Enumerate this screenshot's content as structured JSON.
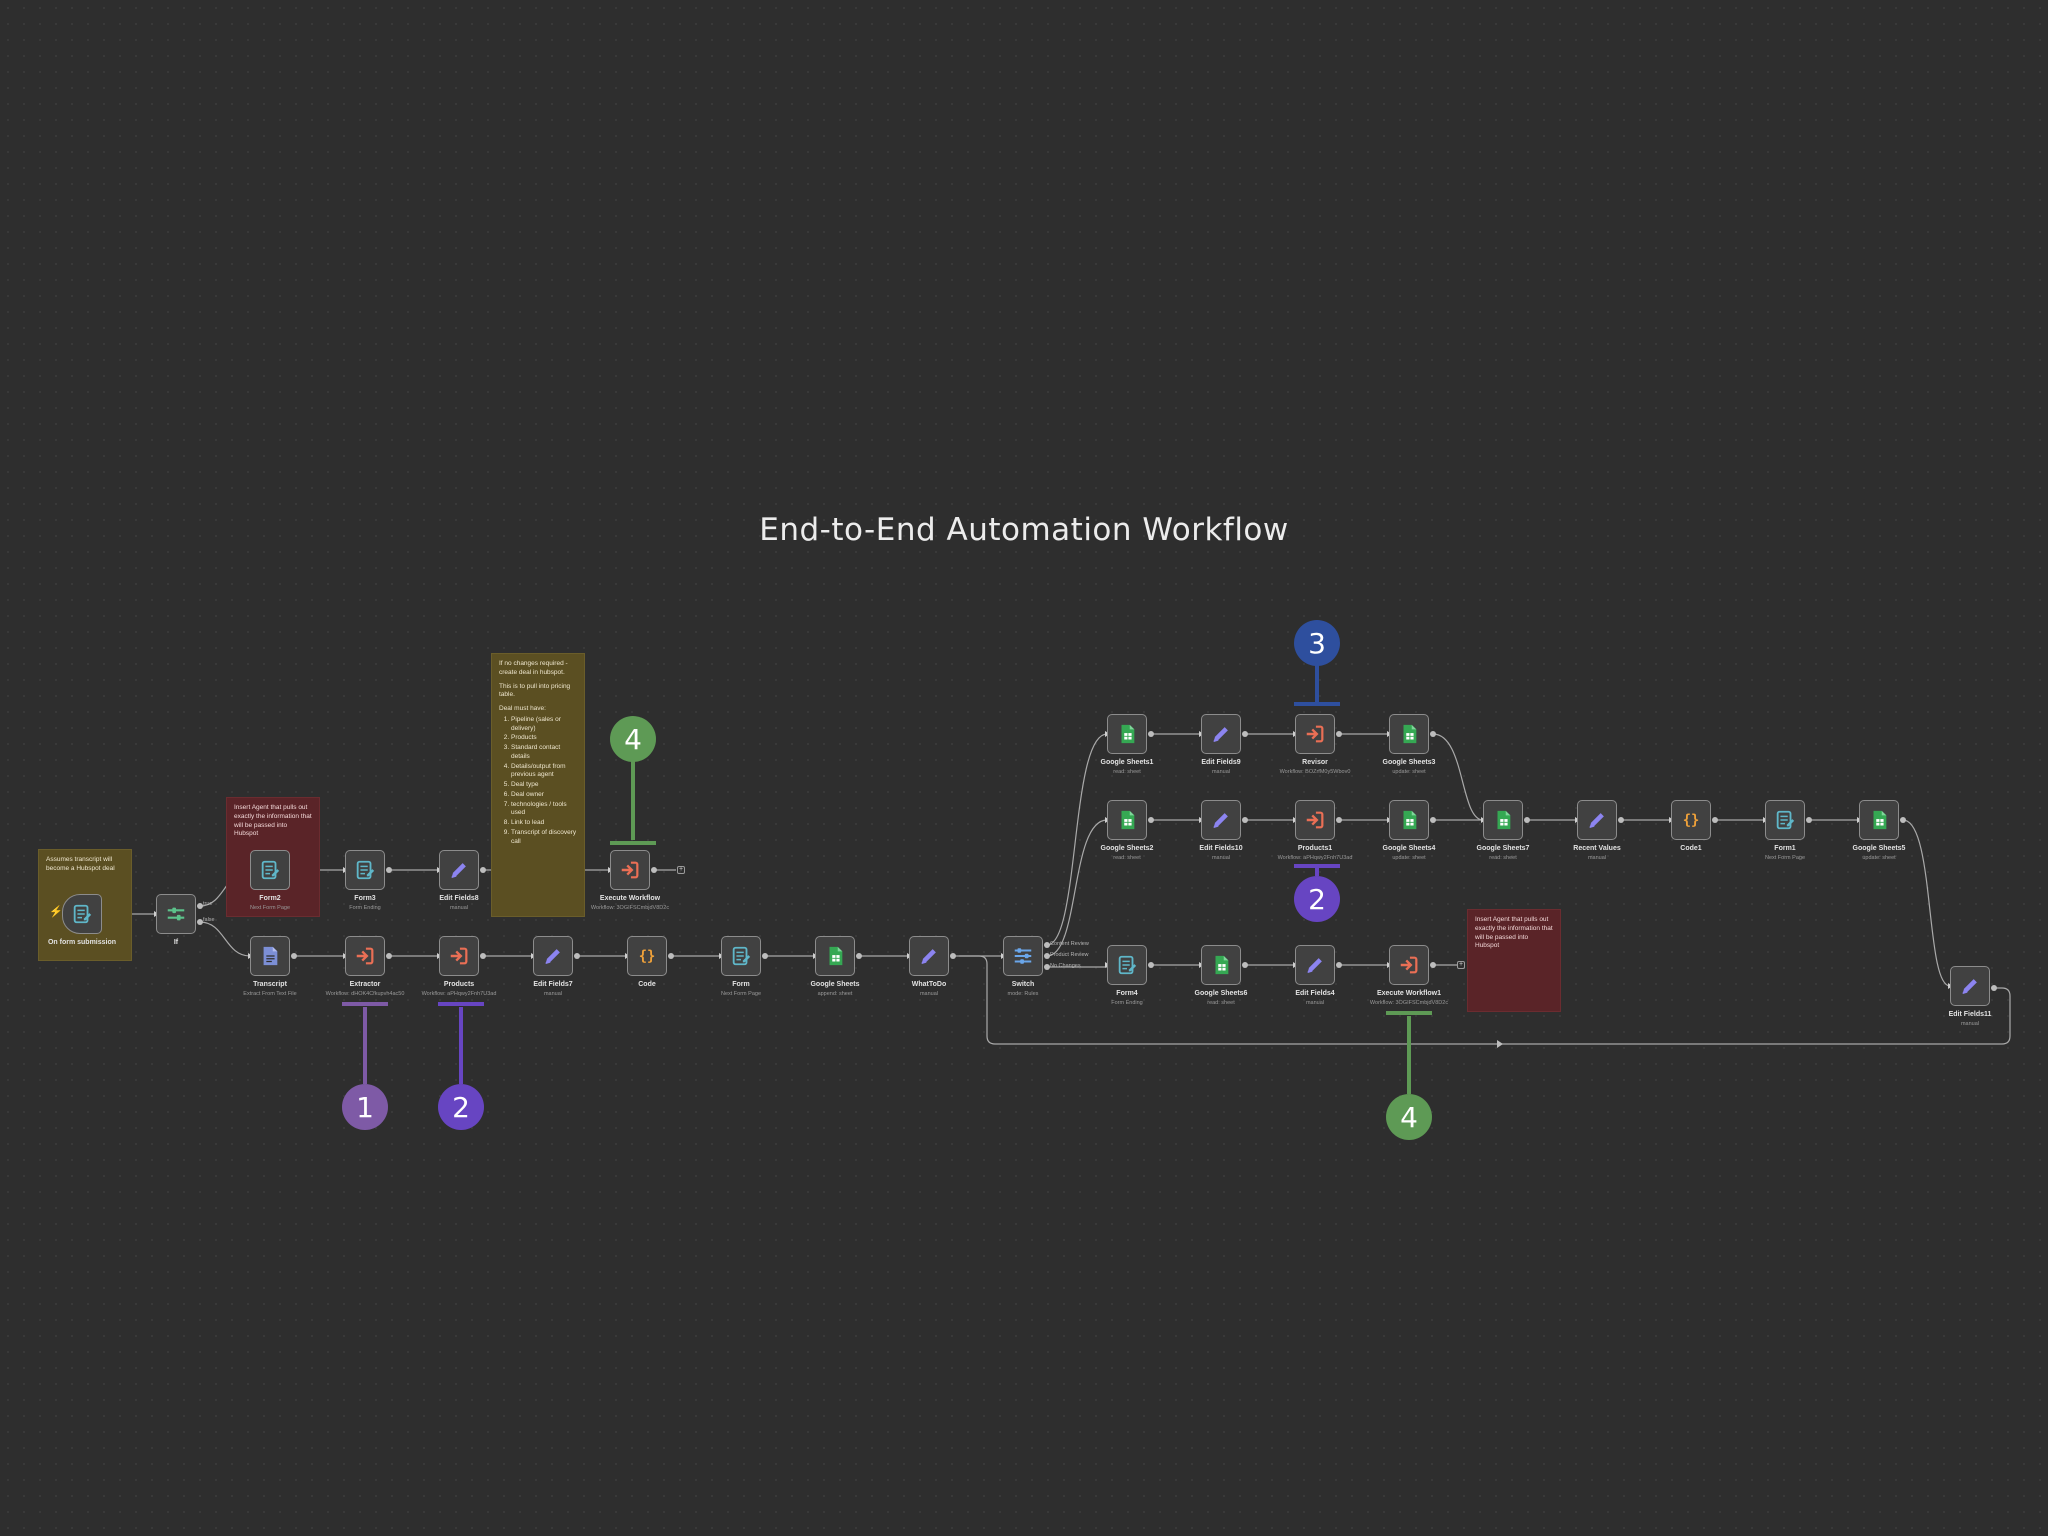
{
  "title": "End-to-End Automation Workflow",
  "notes": {
    "trigger_note": "Assumes transcript will become a Hubspot deal",
    "agent_note_1": "Insert Agent that pulls out exactly the information that will be passed into Hubspot",
    "agent_note_2": "Insert Agent that pulls out exactly the information that will be passed into Hubspot",
    "deal_note": {
      "intro": "If no changes required - create deal in hubspot.",
      "pricing": "This is to pull into pricing table.",
      "heading": "Deal must have:",
      "items": [
        "Pipeline (sales or delivery)",
        "Products",
        "Standard contact details",
        "Details/output from previous agent",
        "Deal type",
        "Deal owner",
        "technologies / tools used",
        "Link to lead",
        "Transcript of discovery call"
      ]
    }
  },
  "port_labels": {
    "if_true": "true",
    "if_false": "false",
    "switch_content": "Content Review",
    "switch_product": "Product Review",
    "switch_nochanges": "No Changes"
  },
  "markers": {
    "m1": "1",
    "m2a": "2",
    "m2b": "2",
    "m3": "3",
    "m4a": "4",
    "m4b": "4"
  },
  "marker_colors": {
    "1": "#7e5aa6",
    "2": "#6745c2",
    "3": "#2e4f9e",
    "4": "#5e9a55"
  },
  "icon_colors": {
    "form": "#5fb7c9",
    "if": "#5cc28b",
    "edit": "#8c84f0",
    "execute": "#ea6f55",
    "code": "#f0a23a",
    "sheets": "#35a853",
    "switch": "#6aa6ea",
    "file": "#7c8fd6"
  },
  "nodes": {
    "trigger": {
      "name": "On form submission",
      "sub": "",
      "icon": "form-icon"
    },
    "if": {
      "name": "If",
      "sub": "",
      "icon": "if-icon"
    },
    "form2": {
      "name": "Form2",
      "sub": "Next Form Page",
      "icon": "form-icon"
    },
    "form3": {
      "name": "Form3",
      "sub": "Form Ending",
      "icon": "form-icon"
    },
    "editfields8": {
      "name": "Edit Fields8",
      "sub": "manual",
      "icon": "edit-icon"
    },
    "execworkflow": {
      "name": "Execute Workflow",
      "sub": "Workflow: 3OGIFSCmbjdV8D2c",
      "icon": "execute-icon"
    },
    "transcript": {
      "name": "Transcript",
      "sub": "Extract From Text File",
      "icon": "file-icon"
    },
    "extractor": {
      "name": "Extractor",
      "sub": "Workflow: dHOK4Cfkupvh4ac50",
      "icon": "execute-icon"
    },
    "products": {
      "name": "Products",
      "sub": "Workflow: aPHqwy2Fnh7U3ad",
      "icon": "execute-icon"
    },
    "editfields7": {
      "name": "Edit Fields7",
      "sub": "manual",
      "icon": "edit-icon"
    },
    "code": {
      "name": "Code",
      "sub": "",
      "icon": "code-icon"
    },
    "form": {
      "name": "Form",
      "sub": "Next Form Page",
      "icon": "form-icon"
    },
    "googlesheets": {
      "name": "Google Sheets",
      "sub": "append: sheet",
      "icon": "sheets-icon"
    },
    "whattodo": {
      "name": "WhatToDo",
      "sub": "manual",
      "icon": "edit-icon"
    },
    "switch": {
      "name": "Switch",
      "sub": "mode: Rules",
      "icon": "switch-icon"
    },
    "gs1": {
      "name": "Google Sheets1",
      "sub": "read: sheet",
      "icon": "sheets-icon"
    },
    "ef9": {
      "name": "Edit Fields9",
      "sub": "manual",
      "icon": "edit-icon"
    },
    "revisor": {
      "name": "Revisor",
      "sub": "Workflow: BOZrfM0y5Wbov0",
      "icon": "execute-icon"
    },
    "gs3": {
      "name": "Google Sheets3",
      "sub": "update: sheet",
      "icon": "sheets-icon"
    },
    "gs2": {
      "name": "Google Sheets2",
      "sub": "read: sheet",
      "icon": "sheets-icon"
    },
    "ef10": {
      "name": "Edit Fields10",
      "sub": "manual",
      "icon": "edit-icon"
    },
    "products1": {
      "name": "Products1",
      "sub": "Workflow: aPHqwy2Fnh7U3ad",
      "icon": "execute-icon"
    },
    "gs4": {
      "name": "Google Sheets4",
      "sub": "update: sheet",
      "icon": "sheets-icon"
    },
    "gs7": {
      "name": "Google Sheets7",
      "sub": "read: sheet",
      "icon": "sheets-icon"
    },
    "recent": {
      "name": "Recent Values",
      "sub": "manual",
      "icon": "edit-icon"
    },
    "code1": {
      "name": "Code1",
      "sub": "",
      "icon": "code-icon"
    },
    "form1": {
      "name": "Form1",
      "sub": "Next Form Page",
      "icon": "form-icon"
    },
    "gs5": {
      "name": "Google Sheets5",
      "sub": "update: sheet",
      "icon": "sheets-icon"
    },
    "ef11": {
      "name": "Edit Fields11",
      "sub": "manual",
      "icon": "edit-icon"
    },
    "form4": {
      "name": "Form4",
      "sub": "Form Ending",
      "icon": "form-icon"
    },
    "gs6": {
      "name": "Google Sheets6",
      "sub": "read: sheet",
      "icon": "sheets-icon"
    },
    "ef4": {
      "name": "Edit Fields4",
      "sub": "manual",
      "icon": "edit-icon"
    },
    "execworkflow1": {
      "name": "Execute Workflow1",
      "sub": "Workflow: 3OGIFSCmbjdV8D2c",
      "icon": "execute-icon"
    }
  }
}
